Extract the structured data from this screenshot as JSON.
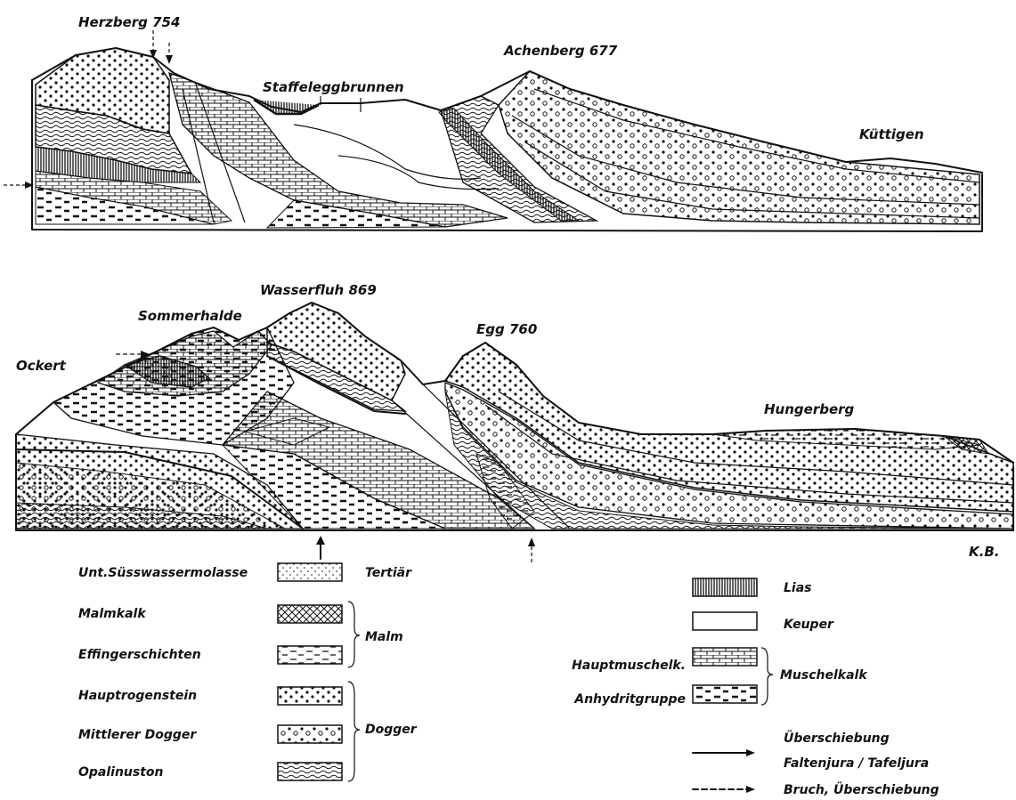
{
  "section_top": {
    "peaks": [
      {
        "name": "Herzberg 754"
      },
      {
        "name": "Staffeleggbrunnen"
      },
      {
        "name": "Achenberg 677"
      },
      {
        "name": "Küttigen"
      }
    ]
  },
  "section_bottom": {
    "peaks": [
      {
        "name": "Wasserfluh 869"
      },
      {
        "name": "Sommerhalde"
      },
      {
        "name": "Ockert"
      },
      {
        "name": "Egg 760"
      },
      {
        "name": "Hungerberg"
      }
    ]
  },
  "author": "K.B.",
  "legend": {
    "left": [
      {
        "label": "Unt.Süsswassermolasse",
        "pattern": "molasse"
      },
      {
        "label": "Malmkalk",
        "pattern": "crosshatch"
      },
      {
        "label": "Effingerschichten",
        "pattern": "dashes"
      },
      {
        "label": "Hauptrogenstein",
        "pattern": "dots"
      },
      {
        "label": "Mittlerer Dogger",
        "pattern": "dots-circles"
      },
      {
        "label": "Opalinuston",
        "pattern": "wavy"
      }
    ],
    "left_groups": [
      {
        "label": "Tertiär"
      },
      {
        "label": "Malm"
      },
      {
        "label": "Dogger"
      }
    ],
    "right": [
      {
        "label": "Lias",
        "pattern": "vertical"
      },
      {
        "label": "Keuper",
        "pattern": "blank"
      },
      {
        "label": "Hauptmuschelk.",
        "pattern": "brick"
      },
      {
        "label": "Anhydritgruppe",
        "pattern": "thick-dashes"
      }
    ],
    "right_groups": [
      {
        "label": "Muschelkalk"
      }
    ],
    "lines": [
      {
        "label_1": "Überschiebung",
        "label_2": "Faltenjura / Tafeljura",
        "style": "solid"
      },
      {
        "label_1": "Bruch, Überschiebung",
        "style": "dashed"
      }
    ]
  }
}
